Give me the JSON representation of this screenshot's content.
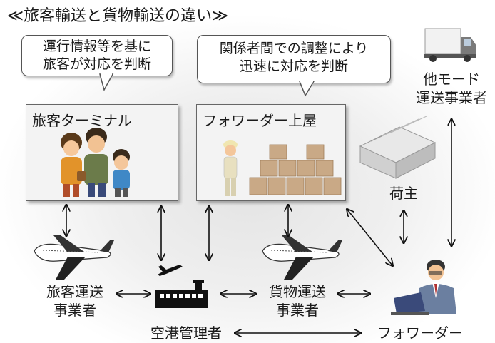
{
  "title": "≪旅客輸送と貨物輸送の違い≫",
  "bubbles": {
    "left": {
      "line1": "運行情報等を基に",
      "line2": "旅客が対応を判断"
    },
    "right": {
      "line1": "関係者間での調整により",
      "line2": "迅速に対応を判断"
    }
  },
  "boxes": {
    "passenger_terminal": "旅客ターミナル",
    "forwarder_shed": "フォワーダー上屋"
  },
  "nodes": {
    "passenger_carrier": {
      "line1": "旅客運送",
      "line2": "事業者"
    },
    "cargo_carrier": {
      "line1": "貨物運送",
      "line2": "事業者"
    },
    "airport_manager": "空港管理者",
    "forwarder": "フォワーダー",
    "shipper": "荷主",
    "other_mode": {
      "line1": "他モード",
      "line2": "運送事業者"
    }
  },
  "colors": {
    "arrow": "#111111",
    "box_border": "#666666",
    "box_fill": "#f3f3f3",
    "bubble_border": "#555555"
  },
  "icons": [
    "passenger-family-icon",
    "warehouse-worker-icon",
    "cargo-boxes-icon",
    "truck-icon",
    "factory-icon",
    "passenger-airplane-icon",
    "cargo-airplane-icon",
    "airport-terminal-icon",
    "forwarder-person-icon"
  ]
}
